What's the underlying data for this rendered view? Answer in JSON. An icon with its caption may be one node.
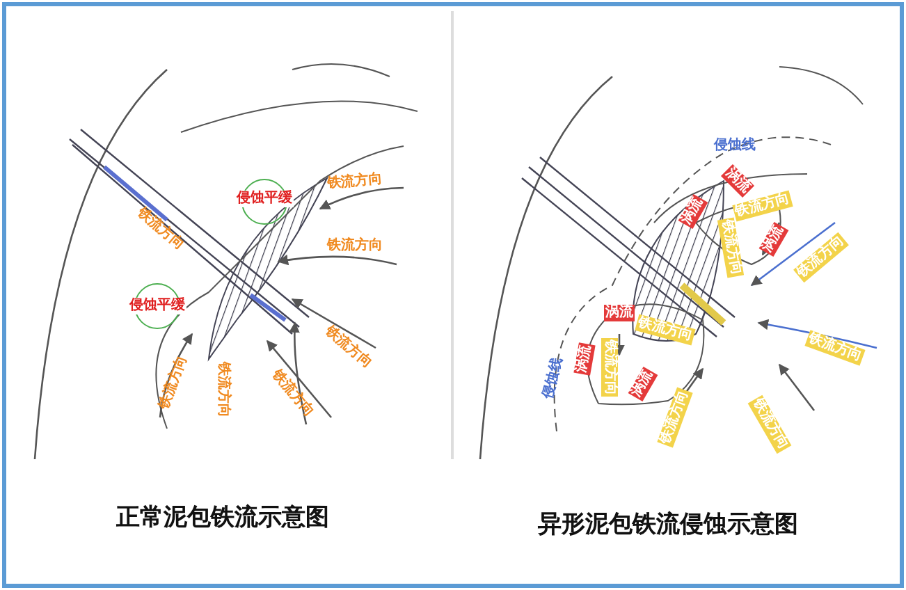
{
  "diagram": {
    "labels": [
      "侵蚀平缓",
      "铁流方向",
      "铁流方向",
      "铁流方向",
      "侵蚀平缓",
      "铁流方向",
      "铁流方向",
      "铁流方向",
      "铁流方向",
      "侵蚀线",
      "涡流",
      "铁流方向",
      "涡流",
      "铁流方向",
      "涡流",
      "铁流方向",
      "涡流",
      "铁流方向",
      "铁流方向",
      "侵蚀线",
      "涡流",
      "铁流方向",
      "涡流",
      "铁流方向",
      "铁流方向",
      "正常泥包铁流示意图",
      "异形泥包铁流侵蚀示意图"
    ]
  }
}
